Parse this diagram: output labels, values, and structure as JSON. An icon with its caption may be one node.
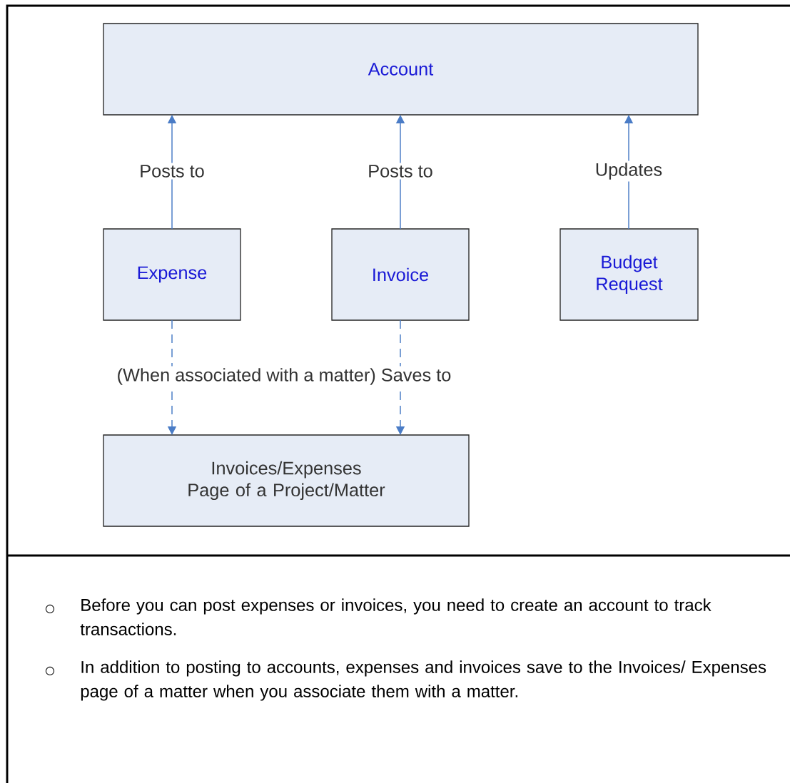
{
  "diagram": {
    "nodes": [
      {
        "text": [
          "Account"
        ]
      },
      {
        "text": [
          "Expense"
        ]
      },
      {
        "text": [
          "Invoice"
        ]
      },
      {
        "text": [
          "Budget Request"
        ]
      },
      {
        "text": [
          "Invoices/Expenses Page of a Project/Matter"
        ]
      }
    ],
    "edges": [
      {
        "from": 1,
        "to": 0,
        "arrow": "to",
        "label": "Posts to"
      },
      {
        "from": 2,
        "to": 0,
        "arrow": "to",
        "label": "Posts to"
      },
      {
        "from": 3,
        "to": 0,
        "arrow": "to",
        "label": "Updates"
      },
      {
        "from": 1,
        "to": 4,
        "arrow": "to",
        "style": "dashed"
      },
      {
        "from": 2,
        "to": 4,
        "arrow": "to",
        "style": "dashed",
        "label": "(When associated with a matter) Saves to"
      }
    ],
    "labels": [
      "Before you can post expenses or invoices, you need to create an account to track transactions.",
      "In addition to posting to accounts, expenses and invoices save to the Invoices/ Expenses page of a matter when you associate them with a matter."
    ]
  }
}
